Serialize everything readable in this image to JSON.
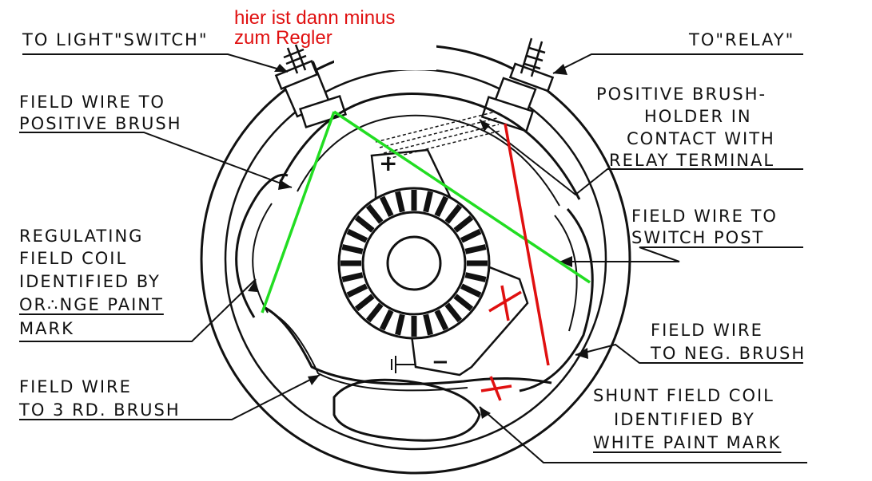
{
  "annotation": {
    "line1": "hier ist dann minus",
    "line2": "zum Regler",
    "color": "#e01010"
  },
  "labels": {
    "to_light_switch": "TO LIGHT\"SWITCH\"",
    "to_relay": "TO\"RELAY\"",
    "field_wire_positive_1": "FIELD WIRE TO",
    "field_wire_positive_2": "POSITIVE BRUSH",
    "positive_brush_holder_1": "POSITIVE BRUSH-",
    "positive_brush_holder_2": "HOLDER IN",
    "positive_brush_holder_3": "CONTACT WITH",
    "positive_brush_holder_4": "RELAY TERMINAL",
    "field_wire_switch_1": "FIELD WIRE TO",
    "field_wire_switch_2": "SWITCH POST",
    "regulating_coil_1": "REGULATING",
    "regulating_coil_2": "FIELD COIL",
    "regulating_coil_3": "IDENTIFIED BY",
    "regulating_coil_4": "OR∴NGE PAINT",
    "regulating_coil_5": "MARK",
    "field_wire_neg_1": "FIELD WIRE",
    "field_wire_neg_2": "TO NEG. BRUSH",
    "field_wire_third_1": "FIELD WIRE",
    "field_wire_third_2": "TO 3 RD. BRUSH",
    "shunt_coil_1": "SHUNT FIELD COIL",
    "shunt_coil_2": "IDENTIFIED BY",
    "shunt_coil_3": "WHITE PAINT MARK"
  },
  "symbols": {
    "plus": "+",
    "minus": "−"
  },
  "colors": {
    "ink": "#111111",
    "green_marking": "#22dd22",
    "red_marking": "#e01010"
  }
}
